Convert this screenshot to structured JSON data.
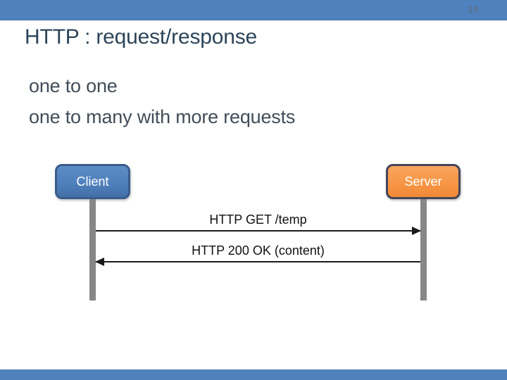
{
  "slide": {
    "page_number": "19",
    "title": "HTTP : request/response",
    "body_lines": [
      "one to one",
      "one to many with more requests"
    ]
  },
  "diagram": {
    "client_label": "Client",
    "server_label": "Server",
    "messages": [
      {
        "label": "HTTP GET /temp",
        "direction": "right"
      },
      {
        "label": "HTTP 200 OK (content)",
        "direction": "left"
      }
    ]
  },
  "colors": {
    "bar_blue": "#4f81bd",
    "page_number_color": "#5d7191",
    "title_color": "#2c4459",
    "body_color": "#414d59",
    "client_fill": "#4f81bd",
    "client_border": "#3b5c8c",
    "server_fill": "#f79646",
    "server_border": "#45455a",
    "lifeline_gray": "#878787",
    "arrow_black": "#1a1a1a"
  }
}
